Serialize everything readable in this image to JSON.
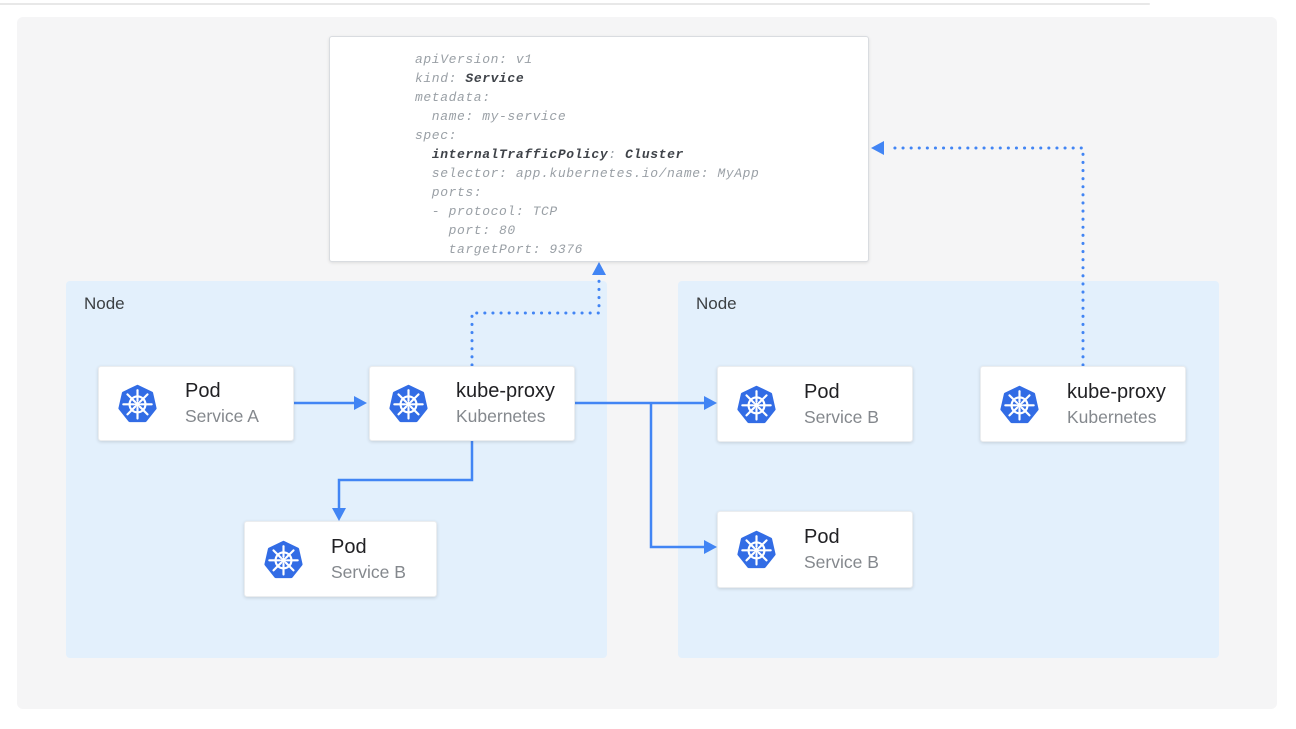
{
  "yaml_card": {
    "lines": [
      [
        {
          "t": "apiVersion: v1"
        }
      ],
      [
        {
          "t": "kind: "
        },
        {
          "t": "Service",
          "b": true
        }
      ],
      [
        {
          "t": "metadata:"
        }
      ],
      [
        {
          "t": "  name: my-service"
        }
      ],
      [
        {
          "t": "spec:"
        }
      ],
      [
        {
          "t": "  "
        },
        {
          "t": "internalTrafficPolicy",
          "b": true
        },
        {
          "t": ": "
        },
        {
          "t": "Cluster",
          "b": true
        }
      ],
      [
        {
          "t": "  selector: app.kubernetes.io/name: MyApp"
        }
      ],
      [
        {
          "t": "  ports:"
        }
      ],
      [
        {
          "t": "  - protocol: TCP"
        }
      ],
      [
        {
          "t": "    port: 80"
        }
      ],
      [
        {
          "t": "    targetPort: 9376"
        }
      ]
    ]
  },
  "nodes": [
    {
      "label": "Node"
    },
    {
      "label": "Node"
    }
  ],
  "cards": [
    {
      "id": "pod-service-a",
      "title": "Pod",
      "subtitle": "Service A",
      "icon": "kubernetes-logo"
    },
    {
      "id": "kube-proxy-left",
      "title": "kube-proxy",
      "subtitle": "Kubernetes",
      "icon": "kubernetes-logo"
    },
    {
      "id": "pod-service-b-left",
      "title": "Pod",
      "subtitle": "Service B",
      "icon": "kubernetes-logo"
    },
    {
      "id": "pod-service-b-right-top",
      "title": "Pod",
      "subtitle": "Service B",
      "icon": "kubernetes-logo"
    },
    {
      "id": "kube-proxy-right",
      "title": "kube-proxy",
      "subtitle": "Kubernetes",
      "icon": "kubernetes-logo"
    },
    {
      "id": "pod-service-b-right-bottom",
      "title": "Pod",
      "subtitle": "Service B",
      "icon": "kubernetes-logo"
    }
  ],
  "colors": {
    "panel_fill": "#f5f5f6",
    "node_fill": "#e3f0fc",
    "arrow_blue": "#4285f4",
    "k8s_logo_blue": "#326ce5",
    "title_text": "#212124",
    "subtitle_text": "#84888d",
    "yaml_text": "#9aa0a6",
    "yaml_bold_text": "#3f4349",
    "node_label_text": "#3c4043"
  }
}
